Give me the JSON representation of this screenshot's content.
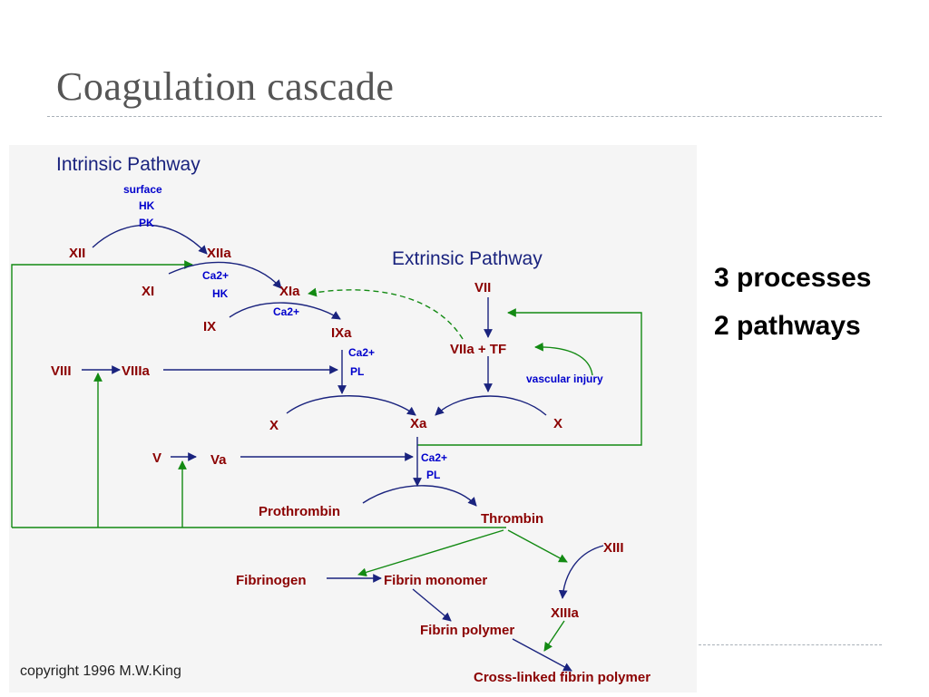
{
  "slide": {
    "title": "Coagulation cascade"
  },
  "bullets": [
    "3 processes",
    "2 pathways"
  ],
  "diagram": {
    "intrinsic_title": "Intrinsic Pathway",
    "extrinsic_title": "Extrinsic Pathway",
    "labels": {
      "XII": "XII",
      "XIIa": "XIIa",
      "XI": "XI",
      "XIa": "XIa",
      "IX": "IX",
      "IXa": "IXa",
      "VIII": "VIII",
      "VIIIa": "VIIIa",
      "VII": "VII",
      "VIIa_TF": "VIIa + TF",
      "X_left": "X",
      "Xa": "Xa",
      "X_right": "X",
      "V": "V",
      "Va": "Va",
      "prothrombin": "Prothrombin",
      "thrombin": "Thrombin",
      "fibrinogen": "Fibrinogen",
      "fibrin_monomer": "Fibrin monomer",
      "fibrin_polymer": "Fibrin polymer",
      "XIII": "XIII",
      "XIIIa": "XIIIa",
      "cross_linked": "Cross-linked fibrin polymer"
    },
    "cofactors": {
      "surface": "surface",
      "hk": "HK",
      "pk": "PK",
      "ca2_xi": "Ca2+",
      "hk_xi": "HK",
      "ca2_ix": "Ca2+",
      "ca2_ixa": "Ca2+",
      "pl_ixa": "PL",
      "ca2_xa": "Ca2+",
      "pl_xa": "PL",
      "vascular_injury": "vascular injury"
    },
    "copyright": "copyright 1996 M.W.King",
    "colors": {
      "factor": "#8b0000",
      "pathway": "#1a237e",
      "cofactor": "#0000cc",
      "reaction": "#1a237e",
      "feedback": "#138a13",
      "copyright": "#222222"
    }
  }
}
